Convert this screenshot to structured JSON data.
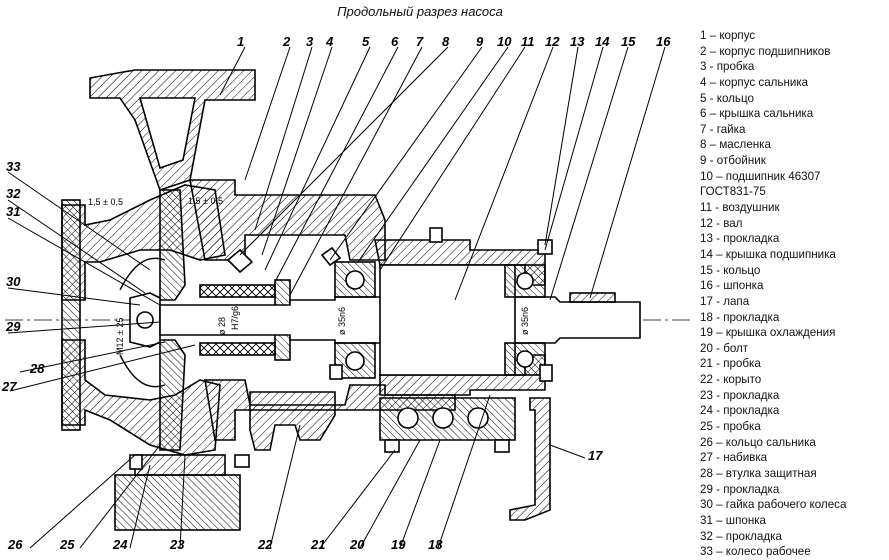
{
  "title": "Продольный разрез насоса",
  "dimensions": {
    "gap_top": "1,5 ± 0,5",
    "gap_right": "1,5 ± 0,5",
    "bolt": "M12 ± 25",
    "shaft_28": "ø 28",
    "fit": "H7/g6",
    "shaft_35_left": "ø 35n6",
    "shaft_35_right": "ø 35n6"
  },
  "callouts_top": [
    "1",
    "2",
    "3",
    "4",
    "5",
    "6",
    "7",
    "8",
    "9",
    "10",
    "11",
    "12",
    "13",
    "14",
    "15",
    "16"
  ],
  "callouts_left": [
    "33",
    "32",
    "31",
    "30",
    "29",
    "28",
    "27"
  ],
  "callouts_bottom": [
    "26",
    "25",
    "24",
    "23",
    "22",
    "21",
    "20",
    "19",
    "18",
    "17"
  ],
  "legend": [
    "1 – корпус",
    "2 – корпус подшипников",
    "3 - пробка",
    "4 – корпус сальника",
    "5 - кольцо",
    "6 – крышка сальника",
    "7 - гайка",
    "8 – масленка",
    "9 - отбойник",
    "10 – подшипник 46307",
    "ГОСТ831-75",
    "11 - воздушник",
    "12 - вал",
    "13 - прокладка",
    "14 – крышка подшипника",
    "15 - кольцо",
    "16 - шпонка",
    "17 - лапа",
    "18 - прокладка",
    "19 – крышка охлаждения",
    "20 - болт",
    "21 - пробка",
    "22 - корыто",
    "23 - прокладка",
    "24 - прокладка",
    "25 - пробка",
    "26 – кольцо сальника",
    "27 - набивка",
    "28 – втулка защитная",
    "29 - прокладка",
    "30 – гайка рабочего колеса",
    "31 – шпонка",
    "32 – прокладка",
    "33 – колесо рабочее"
  ]
}
